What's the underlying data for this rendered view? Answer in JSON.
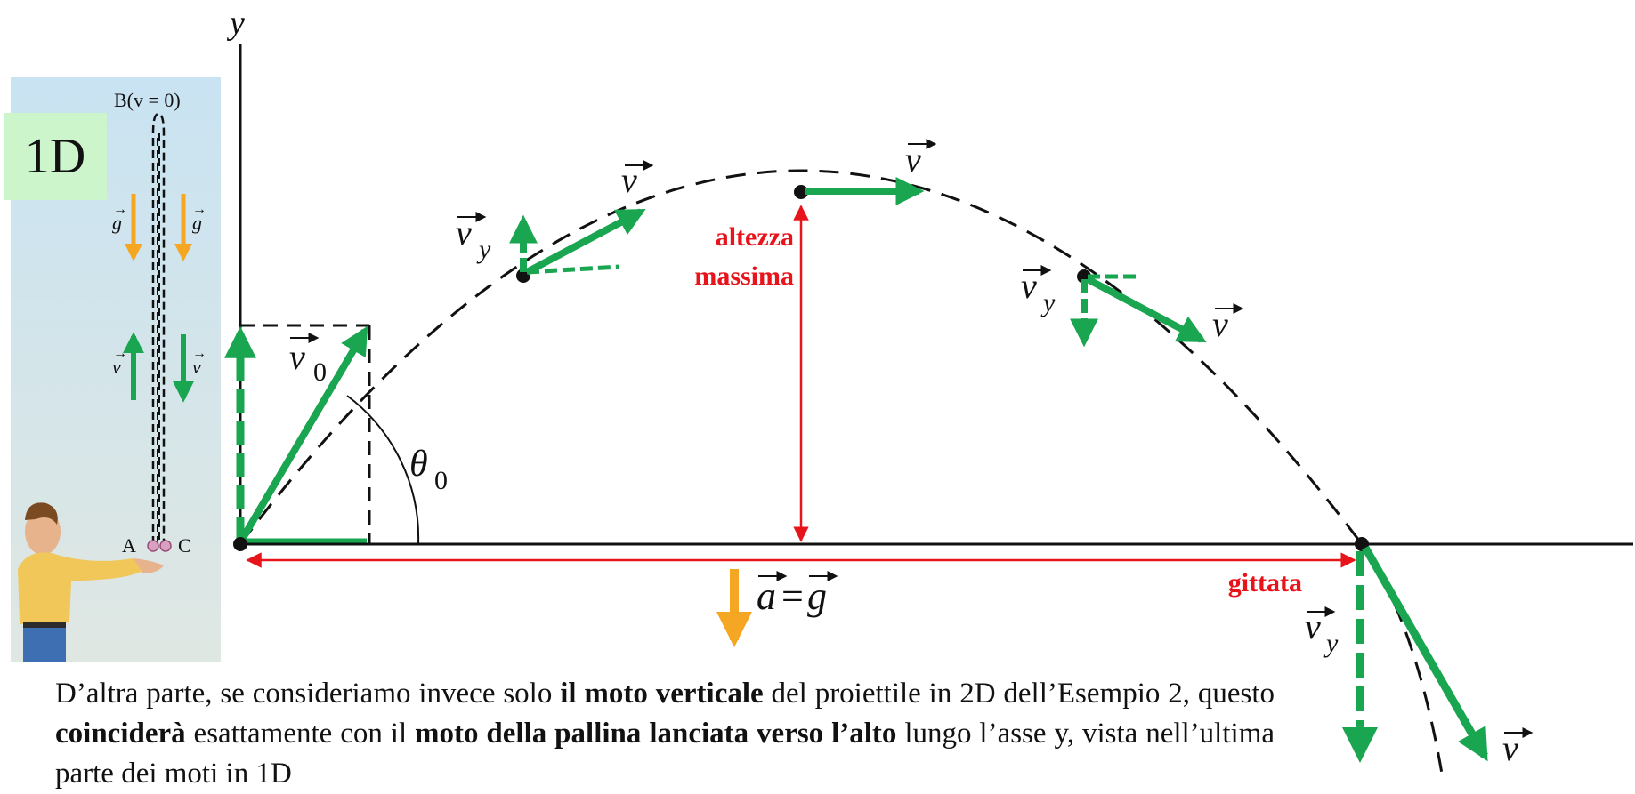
{
  "inset": {
    "tag": "1D",
    "apex_label": "B(v = 0)",
    "g_left": "g",
    "g_right": "g",
    "v_left": "v",
    "v_right": "v",
    "start_label": "A",
    "end_label": "C",
    "arrow_color_g": "#f5a623",
    "arrow_color_v": "#1aa550"
  },
  "diagram": {
    "y_axis_label": "y",
    "v0_label": "v",
    "v0_subscript": "0",
    "theta_label": "θ",
    "theta_subscript": "0",
    "v_label_1": "v",
    "vy_label_1": "v",
    "vy_sub_1": "y",
    "v_label_top": "v",
    "max_height_line1": "altezza",
    "max_height_line2": "massima",
    "vy_label_2": "v",
    "vy_sub_2": "y",
    "v_label_2": "v",
    "range_label": "gittata",
    "accel_a": "a",
    "accel_eq": "=",
    "accel_g": "g",
    "vy_label_3": "v",
    "vy_sub_3": "y",
    "v_label_3": "v",
    "color_velocity": "#1aa550",
    "color_annotation": "#e8141b",
    "color_accel": "#f5a623"
  },
  "text": {
    "p1": "D’altra parte, se consideriamo invece solo ",
    "b1": "il moto verticale",
    "p2": " del proiettile in 2D dell’Esempio 2, questo ",
    "b2": "coinciderà",
    "p3": " esattamente con il ",
    "b3": "moto della pallina",
    "p4": " ",
    "b4": "lanciata verso l’alto",
    "p5": " lungo l’asse y, vista nell’ultima parte dei moti in 1D"
  }
}
